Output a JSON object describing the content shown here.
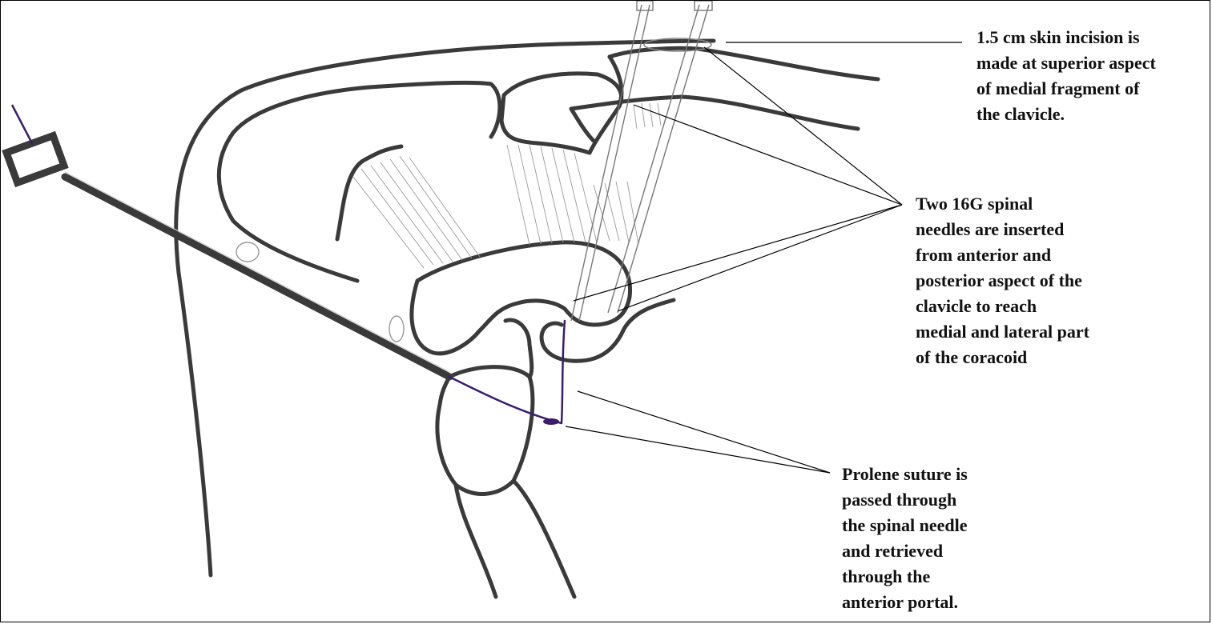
{
  "labels": {
    "incision": "1.5 cm skin incision is\nmade at superior aspect\nof medial fragment of\nthe clavicle.",
    "needles": "Two 16G spinal\nneedles are inserted\nfrom anterior and\nposterior aspect of the\nclavicle to reach\nmedial and lateral part\nof the coracoid",
    "suture": "Prolene suture is\npassed through\nthe spinal needle\nand retrieved\nthrough the\nanterior portal."
  },
  "colors": {
    "ink": "#3a3a3a",
    "suture": "#3b1c6e",
    "text": "#111111"
  }
}
